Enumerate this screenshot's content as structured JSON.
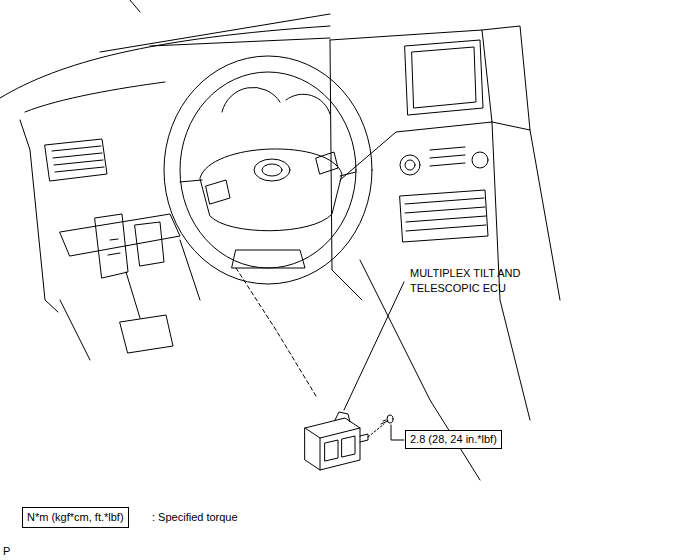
{
  "diagram": {
    "nodes": [
      {
        "text": [
          "2.8 (28, 24 in.*lbf)"
        ]
      },
      {
        "text": [
          "N*m (kgf*cm, ft.*lbf)"
        ]
      }
    ],
    "labels": [
      "MULTIPLEX TILT AND TELESCOPIC ECU",
      ": Specified torque",
      "P"
    ]
  }
}
